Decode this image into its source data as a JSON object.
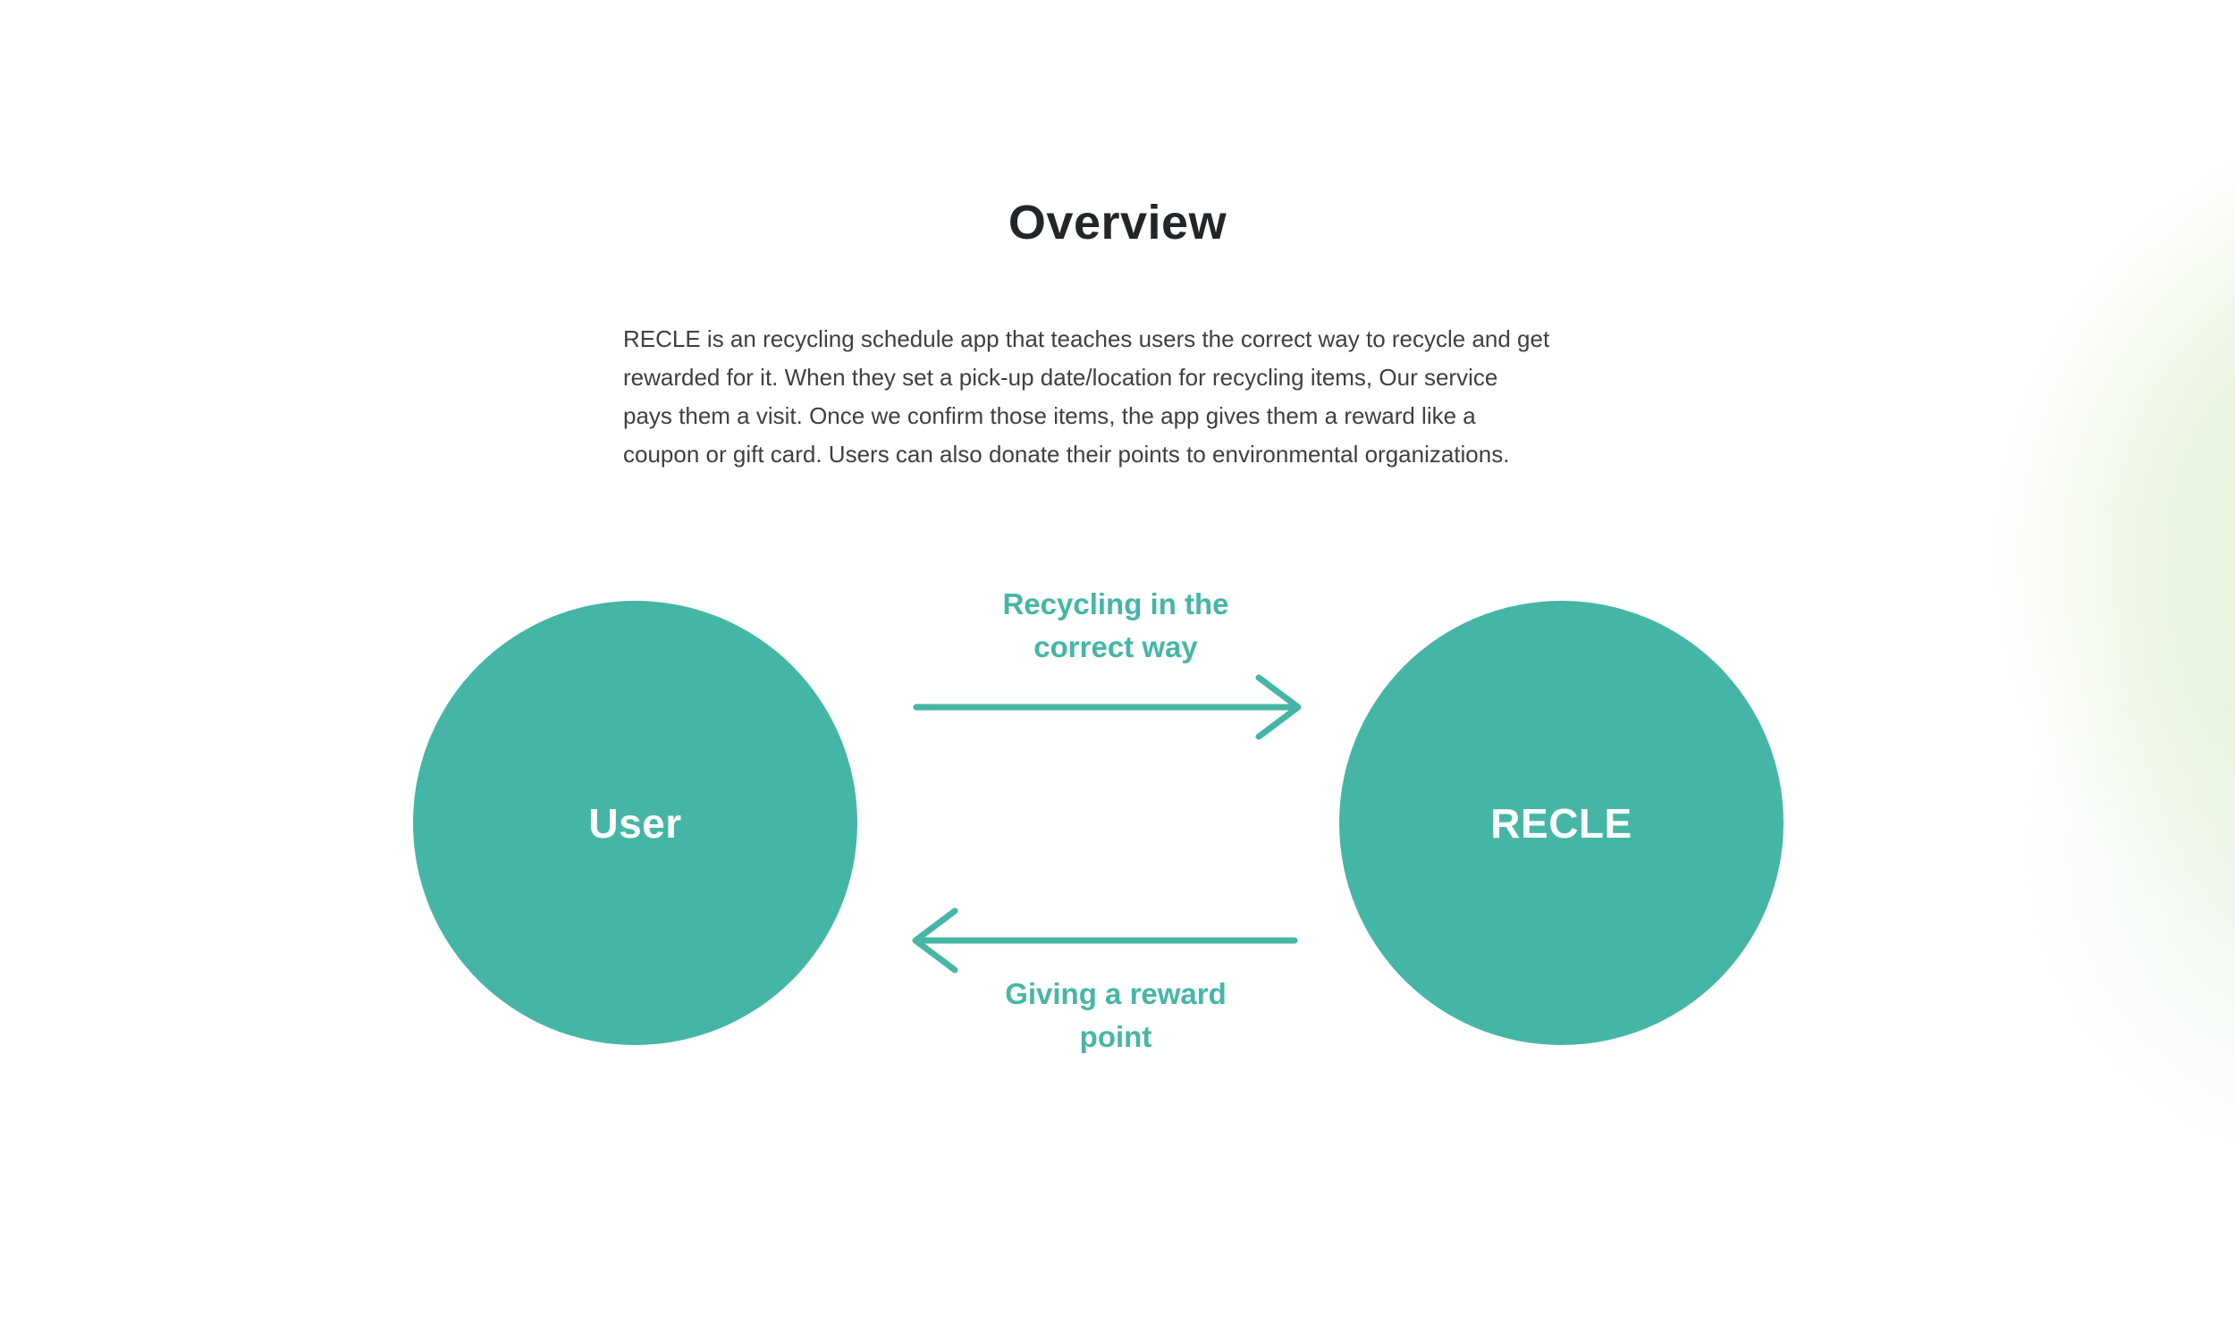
{
  "page": {
    "title": "Overview",
    "description": "RECLE is an recycling schedule app that teaches users the correct way to recycle and get\nrewarded for it. When they set a pick-up date/location for recycling items, Our service\npays them a visit. Once we confirm those items,  the app gives them a reward like a\ncoupon or gift card. Users can also donate their points to environmental organizations."
  },
  "diagram": {
    "left_node_label": "User",
    "right_node_label": "RECLE",
    "top_arrow_label": "Recycling in the\ncorrect way",
    "bottom_arrow_label": "Giving a reward\npoint",
    "top_arrow_direction": "right",
    "bottom_arrow_direction": "left"
  },
  "colors": {
    "teal": "#45B6A6",
    "title_text": "#222629",
    "body_text": "#3F3F3F",
    "blob_green": "#EAF5DA",
    "background": "#FFFFFF"
  }
}
